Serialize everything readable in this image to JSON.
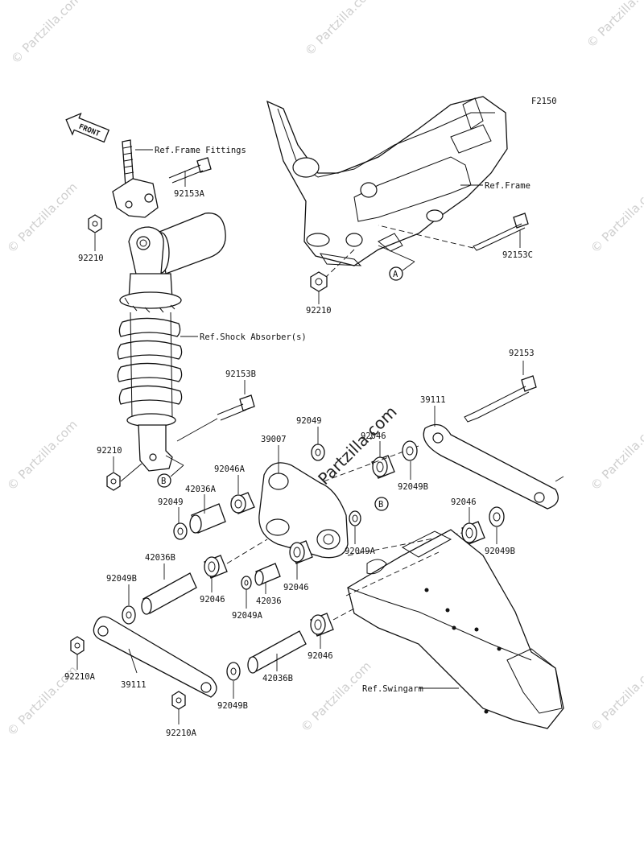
{
  "figure_code": "F2150",
  "front_arrow_text": "FRONT",
  "watermark_small": "© Partzilla.com",
  "watermark_large": "© Partzilla.com",
  "refs": {
    "frame_fittings": "Ref.Frame Fittings",
    "frame": "Ref.Frame",
    "shock": "Ref.Shock Absorber(s)",
    "swingarm": "Ref.Swingarm"
  },
  "markers": {
    "a": "A",
    "b": "B"
  },
  "parts": {
    "p92153A": "92153A",
    "p92210_top": "92210",
    "p92153C": "92153C",
    "p92210_frame": "92210",
    "p92153": "92153",
    "p92153B": "92153B",
    "p39111_right": "39111",
    "p92049_top": "92049",
    "p92046_top": "92046",
    "p39007": "39007",
    "p92210_mid": "92210",
    "p92046A": "92046A",
    "p42036A": "42036A",
    "p92049_left": "92049",
    "p92049B_right": "92049B",
    "p92046_right": "92046",
    "p92049A_right": "92049A",
    "p92049B_far": "92049B",
    "p42036B_left": "42036B",
    "p92049B_left": "92049B",
    "p92046_mid": "92046",
    "p42036": "42036",
    "p92046_mid2": "92046",
    "p92049A_low": "92049A",
    "p92046_low": "92046",
    "p92210A_left": "92210A",
    "p39111_left": "39111",
    "p42036B_low": "42036B",
    "p92049B_low": "92049B",
    "p92210A_low": "92210A"
  }
}
